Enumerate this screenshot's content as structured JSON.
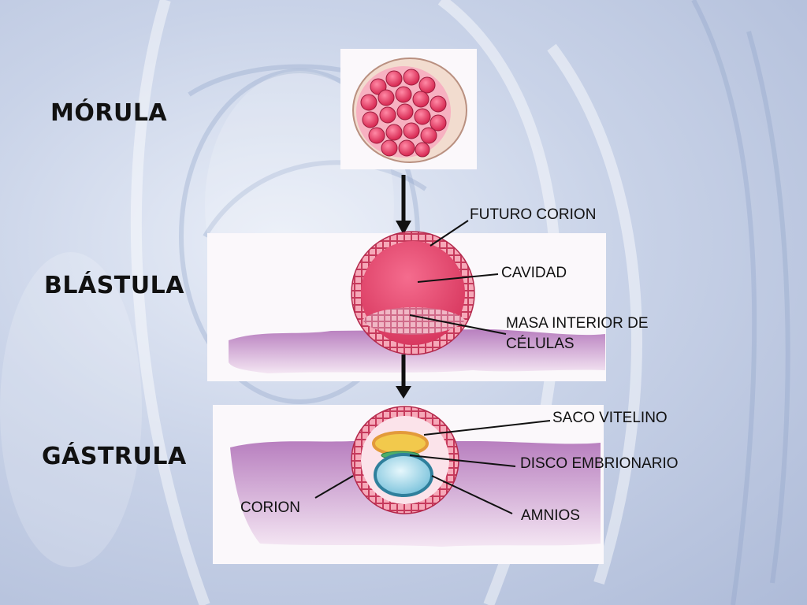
{
  "stages": {
    "morula": "MÓRULA",
    "blastula": "BLÁSTULA",
    "gastrula": "GÁSTRULA"
  },
  "annotations": {
    "futuro_corion": "FUTURO CORION",
    "cavidad": "CAVIDAD",
    "masa_line1": "MASA INTERIOR DE",
    "masa_line2": "CÉLULAS",
    "saco_vitelino": "SACO VITELINO",
    "disco_embrionario": "DISCO EMBRIONARIO",
    "corion": "CORION",
    "amnios": "AMNIOS"
  },
  "colors": {
    "cell": "#e83a5e",
    "cell_light": "#f3a6b8",
    "tissue": "#d8a9d6",
    "yolk": "#f2c94c",
    "amnion": "#9fd3e6",
    "disc": "#4caf6a"
  }
}
